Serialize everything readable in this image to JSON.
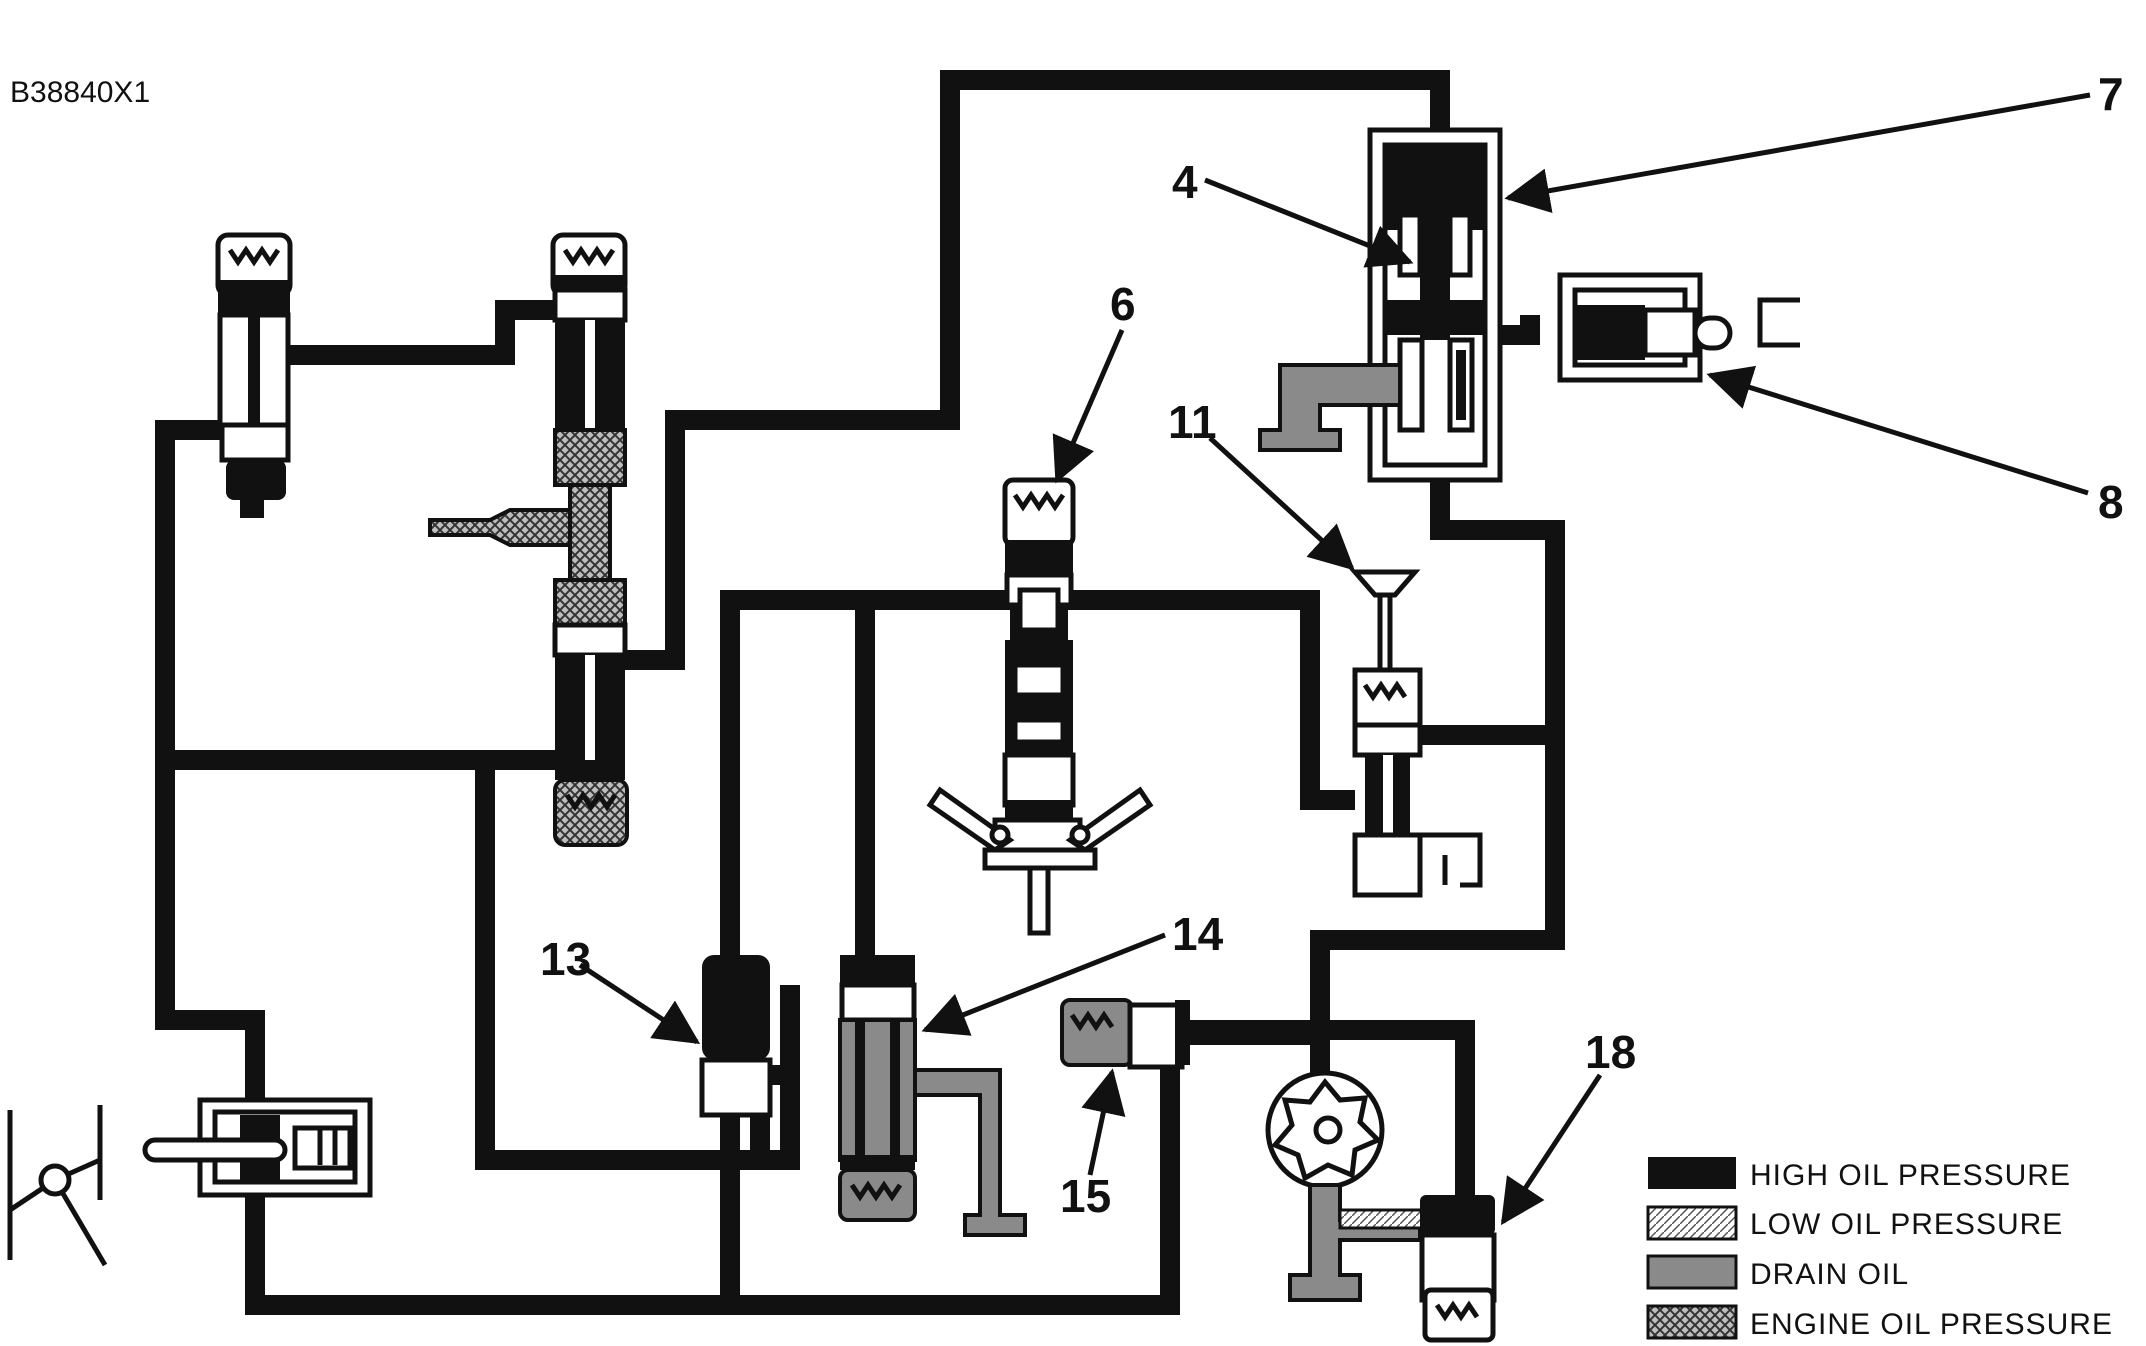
{
  "document_id": "B38840X1",
  "callouts": [
    {
      "id": "7",
      "text": "7"
    },
    {
      "id": "4",
      "text": "4"
    },
    {
      "id": "6",
      "text": "6"
    },
    {
      "id": "11",
      "text": "11"
    },
    {
      "id": "8",
      "text": "8"
    },
    {
      "id": "13",
      "text": "13"
    },
    {
      "id": "14",
      "text": "14"
    },
    {
      "id": "15",
      "text": "15"
    },
    {
      "id": "18",
      "text": "18"
    }
  ],
  "legend": [
    {
      "label": "HIGH OIL PRESSURE",
      "pattern": "high",
      "color": "#111111"
    },
    {
      "label": "LOW OIL PRESSURE",
      "pattern": "low",
      "color": "#d8d8d8"
    },
    {
      "label": "DRAIN OIL",
      "pattern": "drain",
      "color": "#8a8a8a"
    },
    {
      "label": "ENGINE OIL PRESSURE",
      "pattern": "engine",
      "color": "#7a7a7a"
    }
  ]
}
